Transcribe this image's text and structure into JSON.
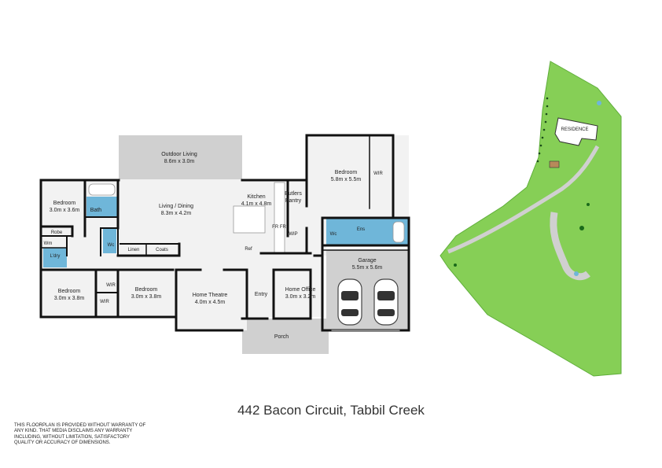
{
  "title": "442 Bacon Circuit, Tabbil Creek",
  "disclaimer": "THIS FLOORPLAN IS PROVIDED WITHOUT WARRANTY OF ANY KIND. THAT MEDIA DISCLAIMS ANY WARRANTY INCLUDING, WITHOUT LIMITATION, SATISFACTORY QUALITY OR ACCURACY OF DIMENSIONS.",
  "colors": {
    "wall": "#111111",
    "outdoor": "#d0d0d0",
    "interior": "#f2f2f2",
    "wet": "#6fb6d9",
    "site": "#86cf56",
    "site_outline": "#5fae3a"
  },
  "rooms": {
    "outdoor_living": {
      "name": "Outdoor Living",
      "dims": "8.6m x 3.0m"
    },
    "bedroom_left": {
      "name": "Bedroom",
      "dims": "3.0m x 3.6m"
    },
    "bath": {
      "name": "Bath"
    },
    "living_dining": {
      "name": "Living / Dining",
      "dims": "8.3m x 4.2m"
    },
    "kitchen": {
      "name": "Kitchen",
      "dims": "4.1m x 4.8m"
    },
    "butlers": {
      "name": "Butlers",
      "name2": "Pantry"
    },
    "bedroom_master": {
      "name": "Bedroom",
      "dims": "5.8m x 5.5m"
    },
    "wir_master": {
      "name": "WIR"
    },
    "robe": {
      "name": "Robe"
    },
    "wm": {
      "name": "Wm"
    },
    "ldry": {
      "name": "L'dry"
    },
    "wc_left": {
      "name": "Wc"
    },
    "linen": {
      "name": "Linen"
    },
    "coats": {
      "name": "Coats"
    },
    "ref": {
      "name": "Ref"
    },
    "frfr": {
      "name": "FR FR"
    },
    "wip": {
      "name": "WIP"
    },
    "wc_ens": {
      "name": "Wc"
    },
    "ens": {
      "name": "Ens"
    },
    "garage": {
      "name": "Garage",
      "dims": "5.5m x 5.6m"
    },
    "bedroom_bl": {
      "name": "Bedroom",
      "dims": "3.0m x 3.8m"
    },
    "wir_a": {
      "name": "WIR"
    },
    "wir_b": {
      "name": "WIR"
    },
    "bedroom_bm": {
      "name": "Bedroom",
      "dims": "3.0m x 3.8m"
    },
    "home_theatre": {
      "name": "Home Theatre",
      "dims": "4.0m x 4.5m"
    },
    "entry": {
      "name": "Entry"
    },
    "home_office": {
      "name": "Home Office",
      "dims": "3.0m x 3.2m"
    },
    "porch": {
      "name": "Porch"
    }
  },
  "site": {
    "residence": "RESIDENCE"
  }
}
